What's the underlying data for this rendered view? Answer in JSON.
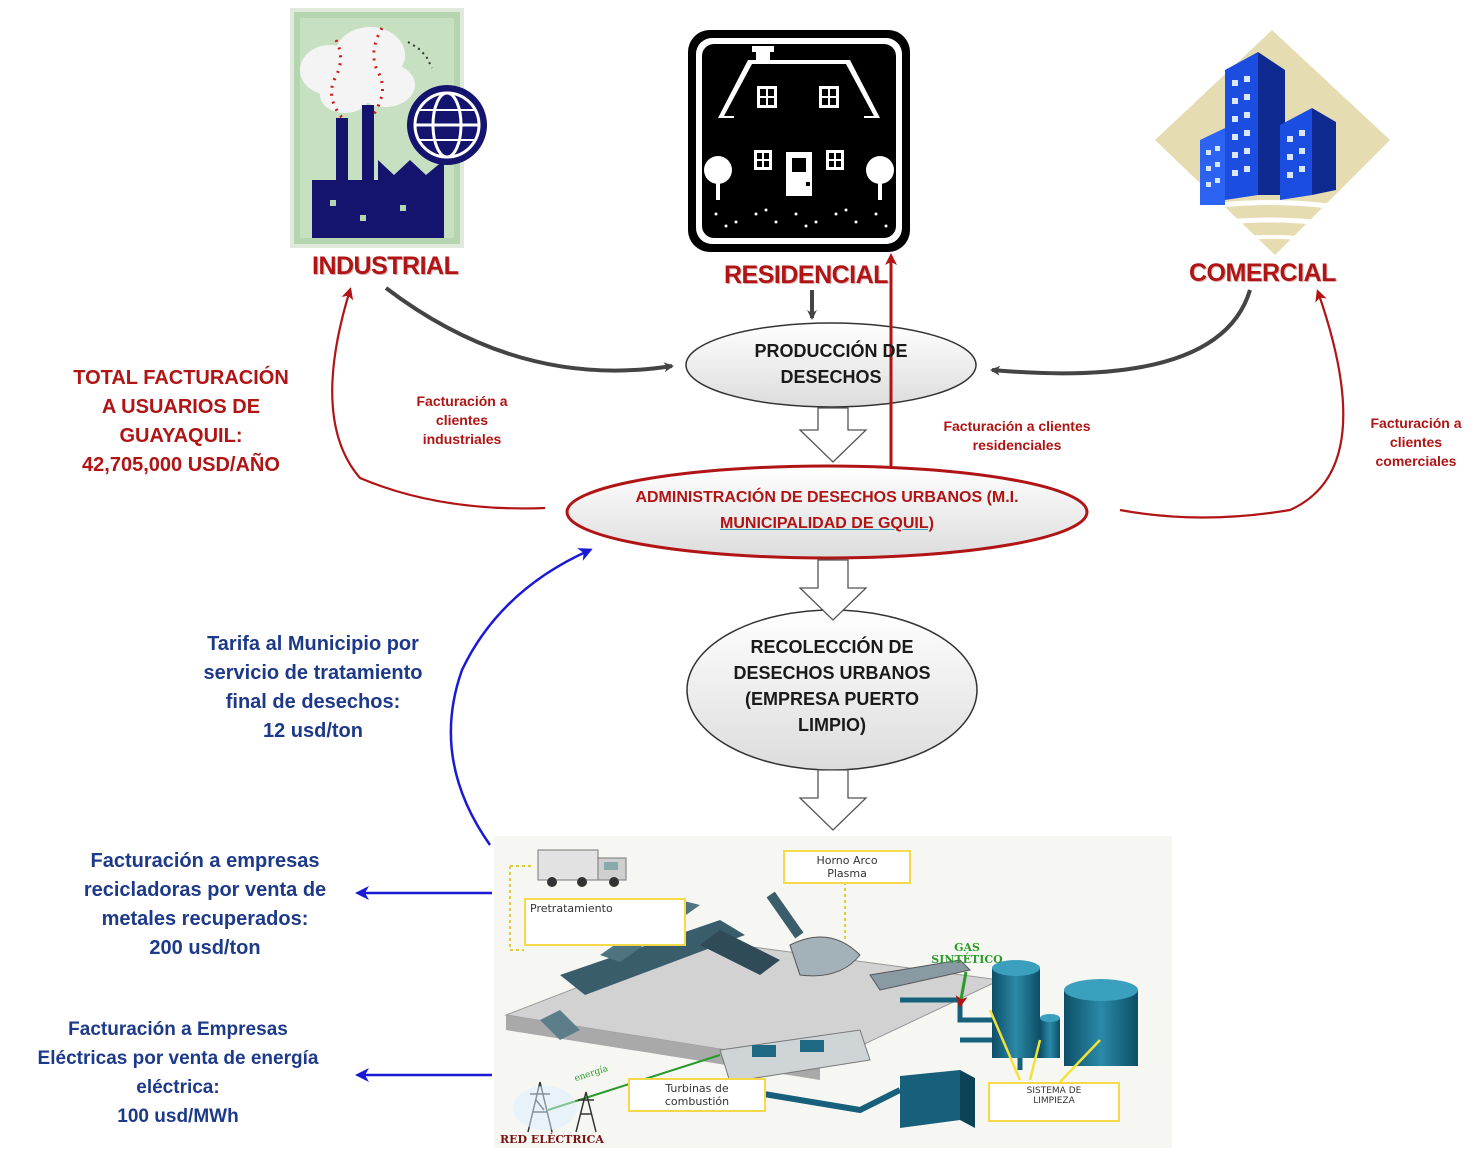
{
  "sources": {
    "industrial": "INDUSTRIAL",
    "residencial": "RESIDENCIAL",
    "comercial": "COMERCIAL"
  },
  "nodes": {
    "produccion": [
      "PRODUCCIÓN DE",
      "DESECHOS"
    ],
    "administracion": [
      "ADMINISTRACIÓN DE DESECHOS URBANOS (M.I.",
      "MUNICIPALIDAD DE GQUIL)"
    ],
    "recoleccion": [
      "RECOLECCIÓN DE",
      "DESECHOS URBANOS",
      "(EMPRESA PUERTO",
      "LIMPIO)"
    ]
  },
  "billing_labels": {
    "industriales": [
      "Facturación a",
      "clientes",
      "industriales"
    ],
    "residenciales": [
      "Facturación a clientes",
      "residenciales"
    ],
    "comerciales": [
      "Facturación a",
      "clientes",
      "comerciales"
    ]
  },
  "total_facturacion": [
    "TOTAL FACTURACIÓN",
    "A USUARIOS DE",
    "GUAYAQUIL:",
    "42,705,000 USD/AÑO"
  ],
  "tarifa_municipio": [
    "Tarifa al Municipio por",
    "servicio de tratamiento",
    "final de desechos:",
    "12 usd/ton"
  ],
  "facturacion_metales": [
    "Facturación a empresas",
    "recicladoras por venta de",
    "metales recuperados:",
    "200 usd/ton"
  ],
  "facturacion_energia": [
    "Facturación a Empresas",
    "Eléctricas  por venta de energía",
    "eléctrica:",
    "100 usd/MWh"
  ],
  "plant_labels": {
    "horno": [
      "Horno Arco",
      "Plasma"
    ],
    "pretratamiento": "Pretratamiento",
    "gas": [
      "GAS",
      "SINTÉTICO"
    ],
    "turbinas": [
      "Turbinas de",
      "combustión"
    ],
    "sistema": [
      "SISTEMA DE",
      "LIMPIEZA"
    ],
    "red": "RED ELÉCTRICA",
    "energia": "energía"
  },
  "colors": {
    "red_flow": "#b01414",
    "blue_flow": "#1a1ad6",
    "dark_flow": "#444444",
    "blue_text": "#1d3a8a",
    "industrial_bg": "#b5d4b0",
    "commercial_bg": "#e6dcb2",
    "building_blue": "#1b4de0"
  }
}
